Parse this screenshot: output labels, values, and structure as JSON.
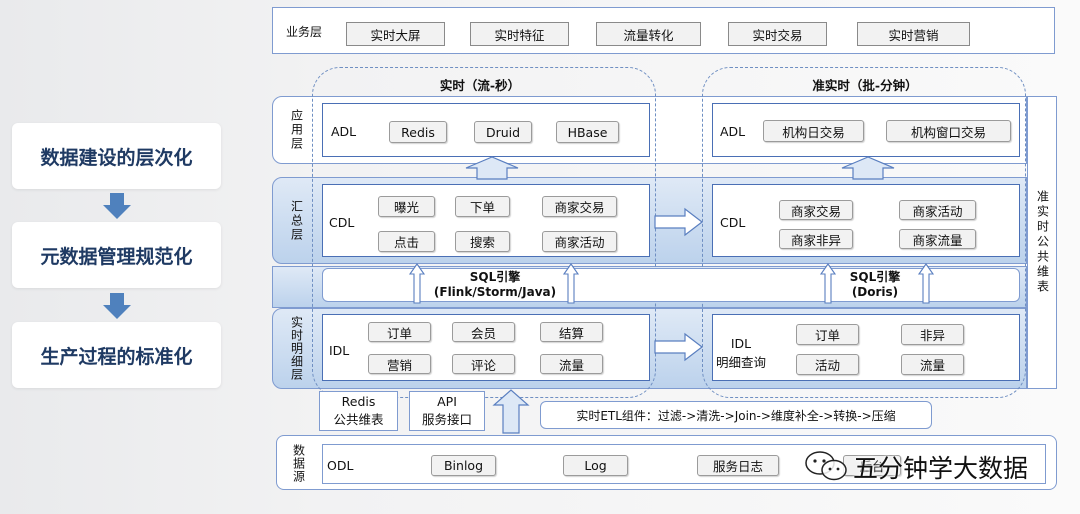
{
  "left_panel": {
    "items": [
      "数据建设的层次化",
      "元数据管理规范化",
      "生产过程的标准化"
    ]
  },
  "diagram": {
    "business_layer": {
      "label": "业务层",
      "items": [
        "实时大屏",
        "实时特征",
        "流量转化",
        "实时交易",
        "实时营销"
      ]
    },
    "realtime_title": "实时（流-秒）",
    "near_realtime_title": "准实时（批-分钟）",
    "app_layer": {
      "label": "应用层",
      "left": {
        "name": "ADL",
        "items": [
          "Redis",
          "Druid",
          "HBase"
        ]
      },
      "right": {
        "name": "ADL",
        "items": [
          "机构日交易",
          "机构窗口交易"
        ]
      }
    },
    "summary_layer": {
      "label": "汇总层",
      "left": {
        "name": "CDL",
        "items": [
          "曝光",
          "下单",
          "商家交易",
          "点击",
          "搜索",
          "商家活动"
        ]
      },
      "right": {
        "name": "CDL",
        "items": [
          "商家交易",
          "商家活动",
          "商家非异",
          "商家流量"
        ]
      }
    },
    "sql_engine": {
      "left_title": "SQL引擎",
      "left_sub": "(Flink/Storm/Java)",
      "right_title": "SQL引擎",
      "right_sub": "(Doris)"
    },
    "detail_layer": {
      "label": "实时明细层",
      "left": {
        "name": "IDL",
        "items": [
          "订单",
          "会员",
          "结算",
          "营销",
          "评论",
          "流量"
        ]
      },
      "right": {
        "name": "IDL",
        "sub": "明细查询",
        "items": [
          "订单",
          "非异",
          "活动",
          "流量"
        ]
      }
    },
    "near_realtime_dim": "准实时公共维表",
    "redis_dim": {
      "line1": "Redis",
      "line2": "公共维表"
    },
    "api": {
      "line1": "API",
      "line2": "服务接口"
    },
    "etl": "实时ETL组件：过滤->清洗->Join->维度补全->转换->压缩",
    "source_layer": {
      "label": "数据源",
      "name": "ODL",
      "items": [
        "Binlog",
        "Log",
        "服务日志",
        "后台"
      ]
    },
    "watermark": "五分钟学大数据"
  }
}
